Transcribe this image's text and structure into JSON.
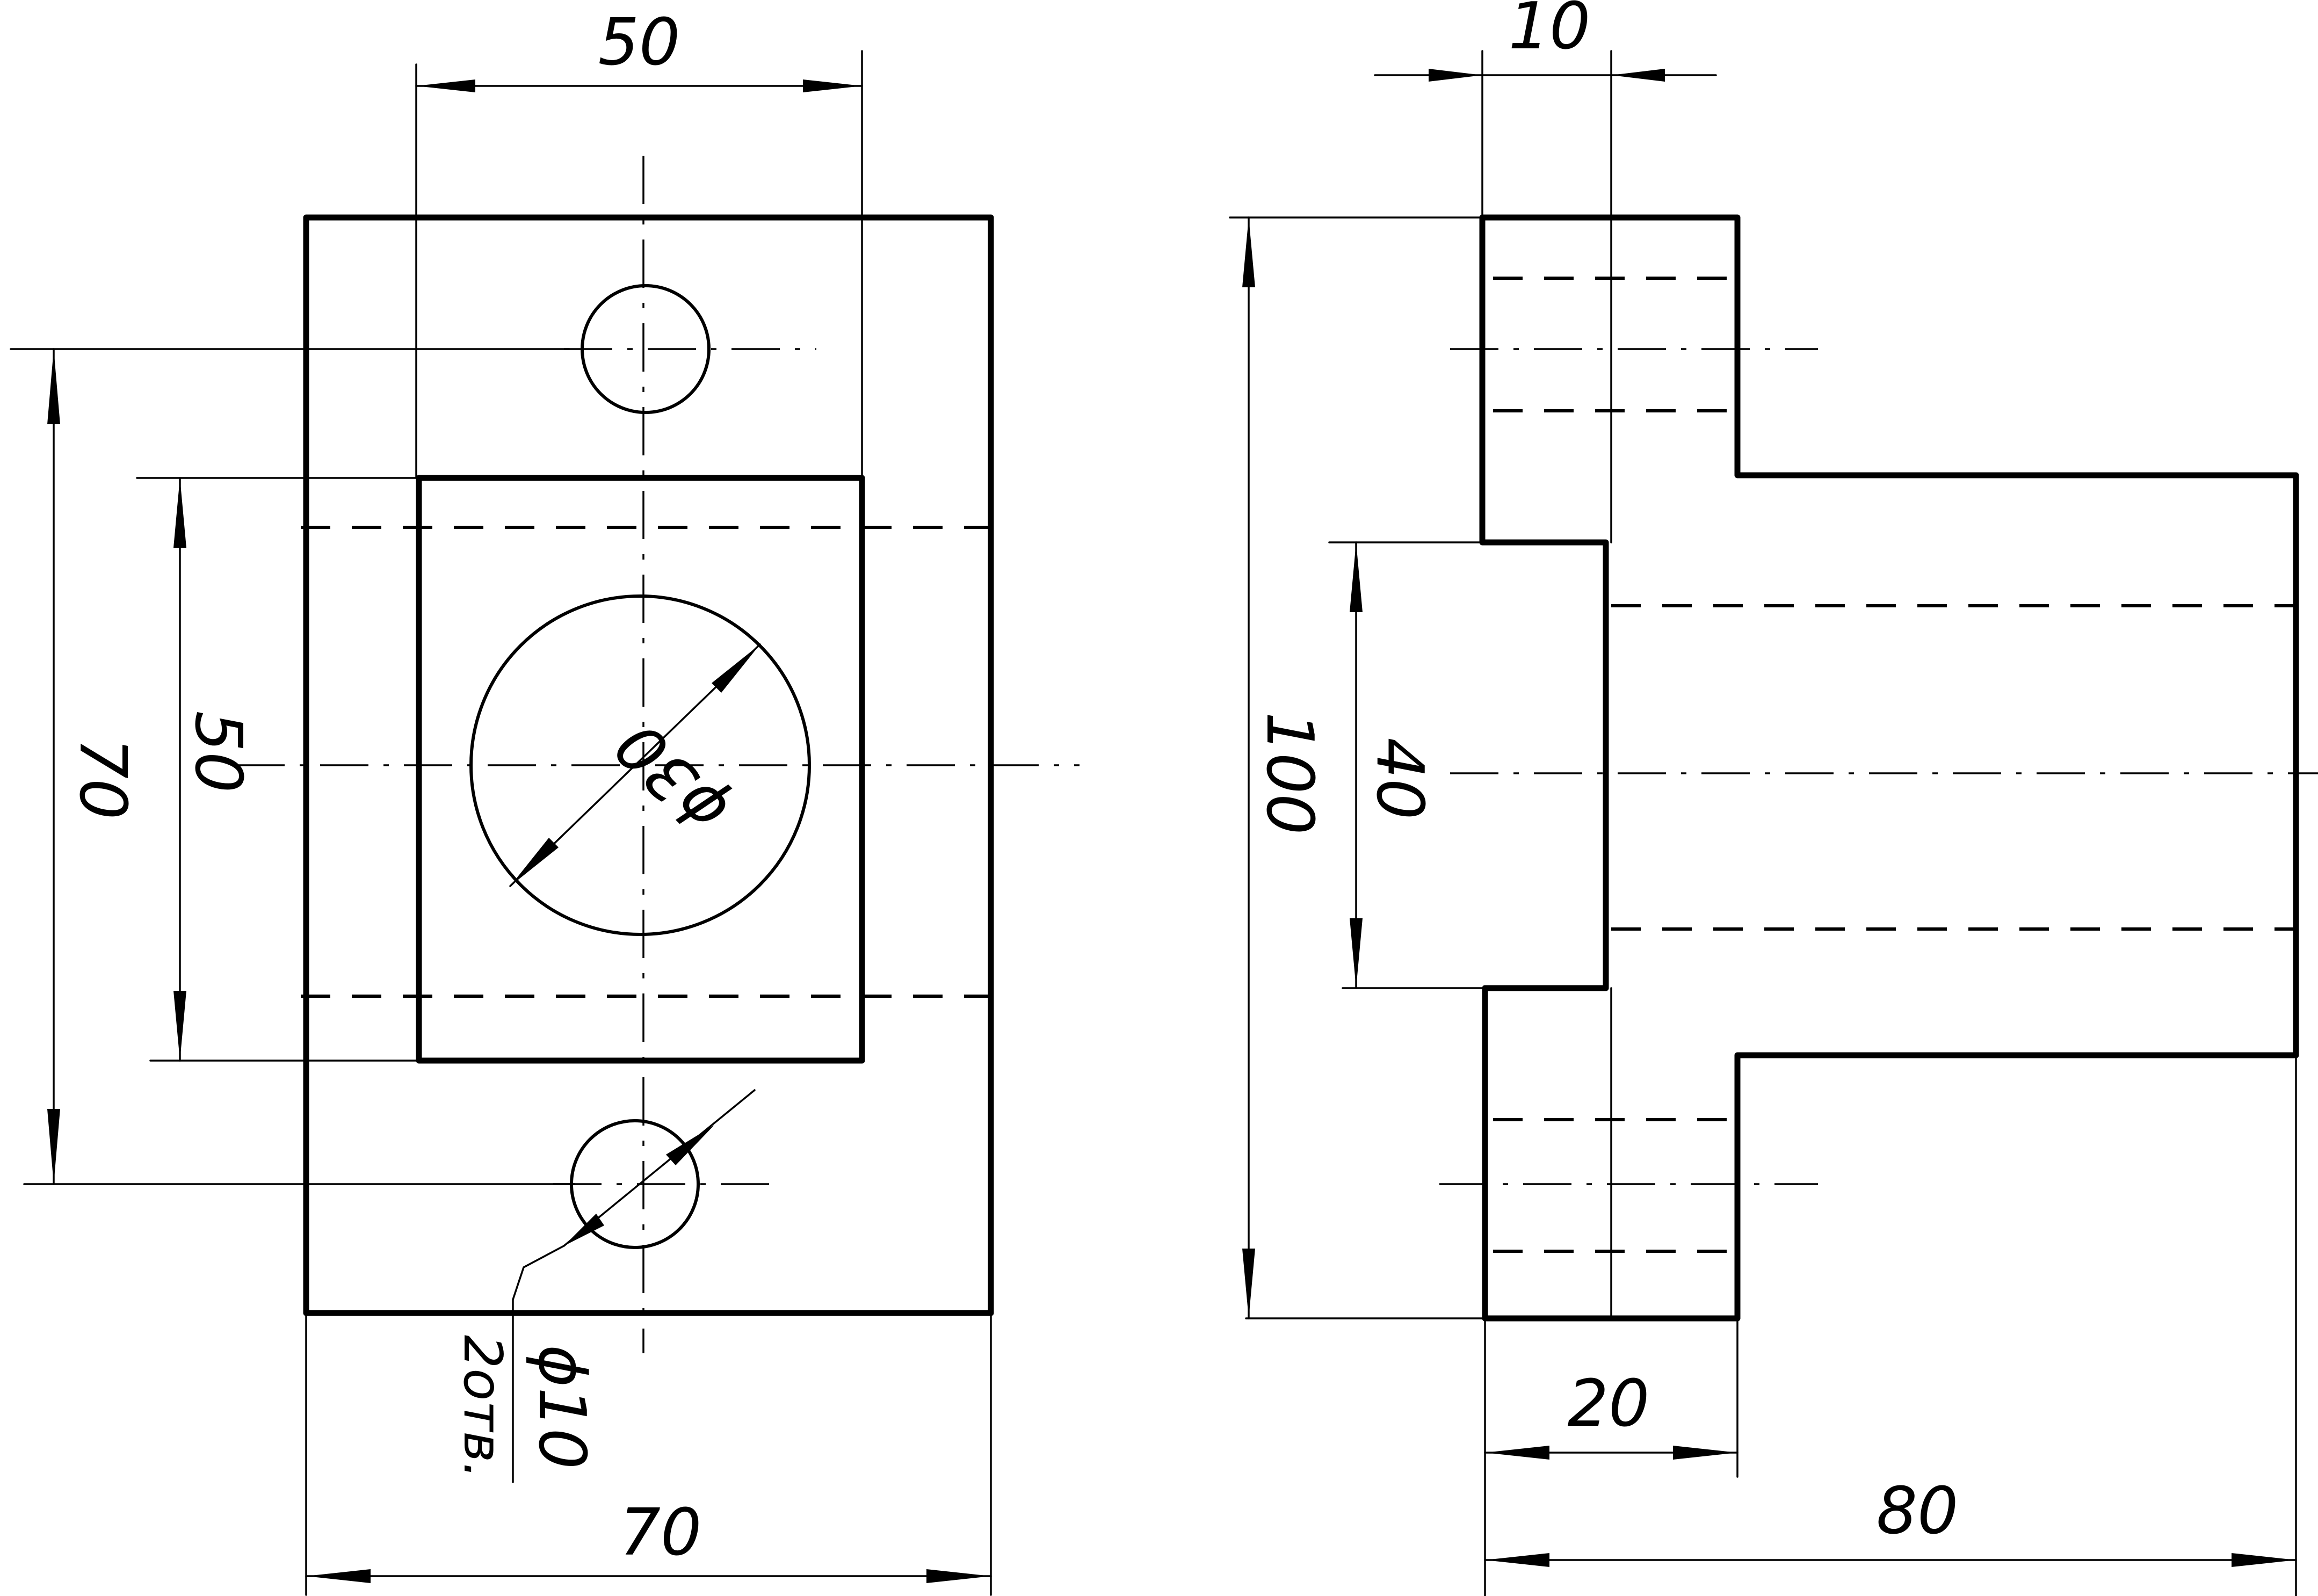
{
  "front_view": {
    "width_dim": "70",
    "slot_width_dim": "50",
    "hole_spacing_dim": "70",
    "slot_height_dim": "50",
    "bore_dim": "ϕ30",
    "small_hole_dim": "ϕ10",
    "small_hole_count": "2отв."
  },
  "side_view": {
    "flange_dim": "10",
    "height_dim": "100",
    "recess_dim": "40",
    "plate_dim": "20",
    "length_dim": "80"
  }
}
